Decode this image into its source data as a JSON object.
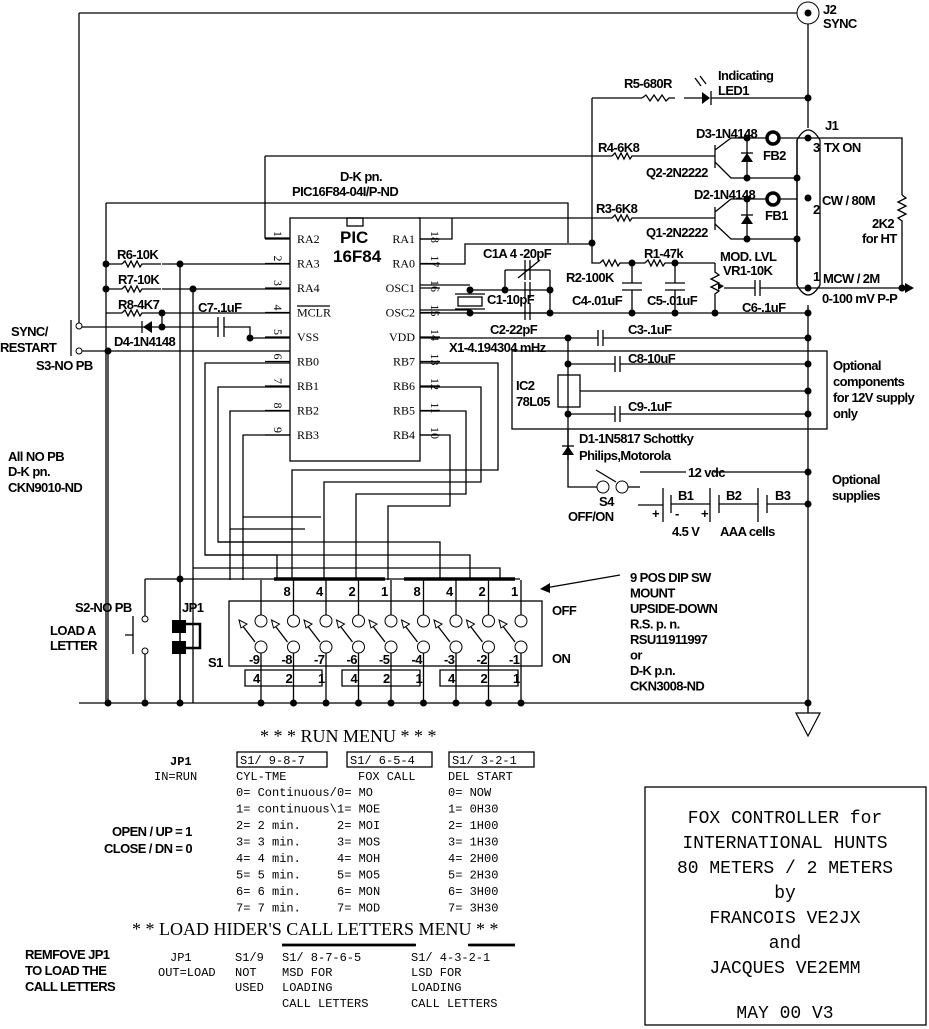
{
  "connectors": {
    "j2": {
      "ref": "J2",
      "label": "SYNC"
    },
    "j1": {
      "ref": "J1",
      "pin3": "3",
      "pin3_label": "TX ON",
      "pin2": "2",
      "pin2_label": "CW / 80M",
      "pin1": "1",
      "pin1_label": "MCW / 2M",
      "pin1_level": "0-100 mV P-P"
    }
  },
  "mcu": {
    "dk_pn_label": "D-K  pn.",
    "dk_pn": "PIC16F84-04I/P-ND",
    "name_line1": "PIC",
    "name_line2": "16F84",
    "left_pins": [
      {
        "num": "1",
        "name": "RA2"
      },
      {
        "num": "2",
        "name": "RA3"
      },
      {
        "num": "3",
        "name": "RA4"
      },
      {
        "num": "4",
        "name": "MCLR"
      },
      {
        "num": "5",
        "name": "VSS"
      },
      {
        "num": "6",
        "name": "RB0"
      },
      {
        "num": "7",
        "name": "RB1"
      },
      {
        "num": "8",
        "name": "RB2"
      },
      {
        "num": "9",
        "name": "RB3"
      }
    ],
    "right_pins": [
      {
        "num": "18",
        "name": "RA1"
      },
      {
        "num": "17",
        "name": "RA0"
      },
      {
        "num": "16",
        "name": "OSC1"
      },
      {
        "num": "15",
        "name": "OSC2"
      },
      {
        "num": "14",
        "name": "VDD"
      },
      {
        "num": "13",
        "name": "RB7"
      },
      {
        "num": "12",
        "name": "RB6"
      },
      {
        "num": "11",
        "name": "RB5"
      },
      {
        "num": "10",
        "name": "RB4"
      }
    ]
  },
  "components": {
    "r5": "R5-680R",
    "led_note": "Indicating",
    "led1": "LED1",
    "d3": "D3-1N4148",
    "r4": "R4-6K8",
    "q2": "Q2-2N2222",
    "fb2": "FB2",
    "d2": "D2-1N4148",
    "r3": "R3-6K8",
    "q1": "Q1-2N2222",
    "fb1": "FB1",
    "r_ht": "2K2",
    "r_ht_note": "for HT",
    "c1a": "C1A 4 -20pF",
    "c1": "C1-10pF",
    "c2": "C2-22pF",
    "x1": "X1-4.194304 mHz",
    "r2": "R2-100K",
    "r1": "R1-47k",
    "c4": "C4-.01uF",
    "c5": "C5-.01uF",
    "mod_lvl": "MOD. LVL",
    "vr1": "VR1-10K",
    "c6": "C6-.1uF",
    "c3": "C3-.1uF",
    "c8": "C8-10uF",
    "ic2_ref": "IC2",
    "ic2_part": "78L05",
    "c9": "C9-.1uF",
    "optional_note": [
      "Optional",
      "components",
      "for 12V supply",
      "only"
    ],
    "d1": "D1-1N5817 Schottky",
    "d1_mfr": "Philips,Motorola",
    "v12": "12 vdc",
    "s4": "S4",
    "s4_label": "OFF/ON",
    "b1": "B1",
    "b2": "B2",
    "b3": "B3",
    "batt_plus": "+",
    "batt_minus": "-",
    "batt_voltage": "4.5 V",
    "batt_type": "AAA cells",
    "supplies_note": [
      "Optional",
      "supplies"
    ],
    "r6": "R6-10K",
    "r7": "R7-10K",
    "r8": "R8-4K7",
    "c7": "C7-.1uF",
    "d4": "D4-1N4148",
    "s3_label": [
      "SYNC/",
      "RESTART"
    ],
    "s3": "S3-NO PB",
    "pb_note": [
      "All  NO PB",
      "D-K  pn.",
      "CKN9010-ND"
    ],
    "s2": "S2-NO PB",
    "s2_label": [
      "LOAD A",
      "LETTER"
    ],
    "jp1": "JP1",
    "s1": "S1"
  },
  "dip_switch": {
    "weights_top": [
      "8",
      "4",
      "2",
      "1",
      "8",
      "4",
      "2",
      "1"
    ],
    "positions": [
      "-9",
      "-8",
      "-7",
      "-6",
      "-5",
      "-4",
      "-3",
      "-2",
      "-1"
    ],
    "weights_bottom": [
      "4",
      "2",
      "1",
      "4",
      "2",
      "1",
      "4",
      "2",
      "1"
    ],
    "off_label": "OFF",
    "on_label": "ON",
    "note": [
      "9 POS DIP SW",
      "MOUNT",
      "UPSIDE-DOWN",
      "R.S. p. n.",
      "RSU11911997",
      "or",
      "D-K p.n.",
      "CKN3008-ND"
    ]
  },
  "run_menu": {
    "title": "*  *  *  RUN  MENU  *  *  *",
    "jp1_label": "JP1",
    "jp1_state": "IN=RUN",
    "legend": [
      "OPEN / UP = 1",
      "CLOSE / DN = 0"
    ],
    "columns": [
      {
        "header": "S1/ 9-8-7",
        "subheader": "CYL-TME",
        "rows": [
          "0= Continuous/",
          "1= continuous\\",
          "2= 2 min.",
          "3= 3 min.",
          "4= 4 min.",
          "5= 5 min.",
          "6= 6 min.",
          "7= 7 min."
        ]
      },
      {
        "header": "S1/ 6-5-4",
        "subheader": "FOX CALL",
        "rows": [
          "0= MO",
          "1= MOE",
          "2= MOI",
          "3= MOS",
          "4= MOH",
          "5= MO5",
          "6= MON",
          "7= MOD"
        ]
      },
      {
        "header": "S1/ 3-2-1",
        "subheader": "DEL START",
        "rows": [
          "0= NOW",
          "1= 0H30",
          "2= 1H00",
          "3= 1H30",
          "4= 2H00",
          "5= 2H30",
          "6= 3H00",
          "7= 3H30"
        ]
      }
    ]
  },
  "load_menu": {
    "title": "*  *  LOAD HIDER'S CALL LETTERS MENU  *  *",
    "instruction": [
      "REMFOVE JP1",
      "TO LOAD THE",
      "CALL LETTERS"
    ],
    "jp1_label": "JP1",
    "jp1_state": "OUT=LOAD",
    "s19": [
      "S1/9",
      "NOT",
      "USED"
    ],
    "msd": [
      "S1/ 8-7-6-5",
      "MSD FOR",
      "LOADING",
      "CALL LETTERS"
    ],
    "lsd": [
      "S1/ 4-3-2-1",
      "LSD FOR",
      "LOADING",
      "CALL LETTERS"
    ]
  },
  "title_block": {
    "lines": [
      "FOX CONTROLLER for",
      "INTERNATIONAL HUNTS",
      "80 METERS / 2 METERS",
      "by",
      "FRANCOIS VE2JX",
      "and",
      "JACQUES VE2EMM"
    ],
    "date": "MAY 00   V3"
  }
}
